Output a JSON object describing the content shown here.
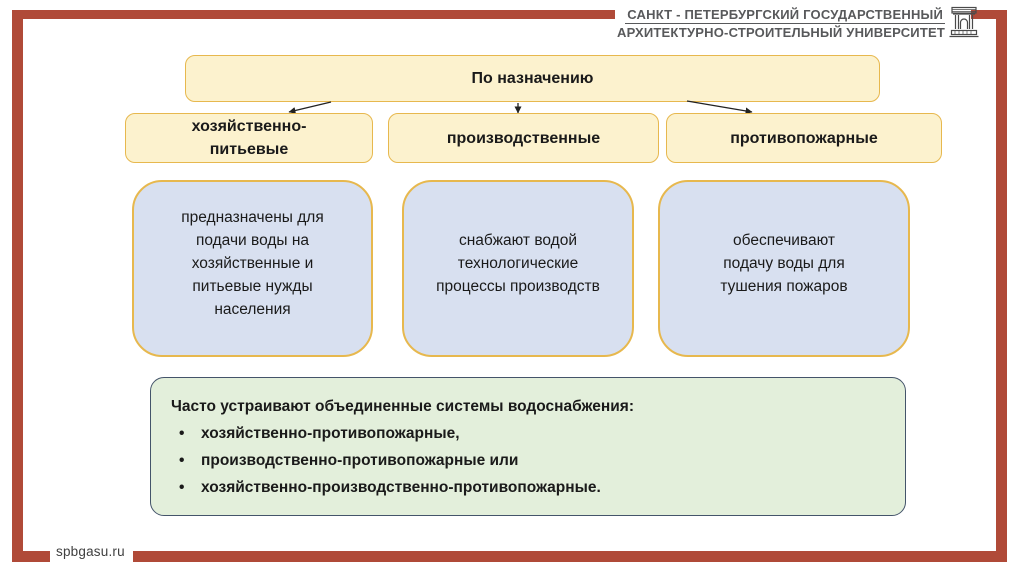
{
  "header": {
    "university_line1": "САНКТ - ПЕТЕРБУРГСКИЙ  ГОСУДАРСТВЕННЫЙ",
    "university_line2": "АРХИТЕКТУРНО-СТРОИТЕЛЬНЫЙ УНИВЕРСИТЕТ",
    "logo_icon": "university-building-logo"
  },
  "diagram": {
    "root_label": "По назначению",
    "categories": [
      {
        "label": "хозяйственно-питьевые",
        "description": "предназначены для подачи воды на хозяйственные и питьевые нужды населения"
      },
      {
        "label": "производственные",
        "description": "снабжают водой технологические процессы производств"
      },
      {
        "label": "противопожарные",
        "description": "обеспечивают подачу воды для тушения пожаров"
      }
    ]
  },
  "note": {
    "intro": "Часто устраивают объединенные системы водоснабжения:",
    "bullet_glyph": "•",
    "bullets": [
      "хозяйственно-противопожарные,",
      "производственно-противопожарные или",
      "хозяйственно-производственно-противопожарные."
    ]
  },
  "footer": {
    "site": "spbgasu.ru"
  },
  "colors": {
    "accent_red": "#B04A38",
    "box_yellow_fill": "#FCF2CE",
    "box_yellow_border": "#E7B84E",
    "box_blue_fill": "#D8E0F0",
    "note_green_fill": "#E3EFDB",
    "note_border": "#44546A",
    "header_text": "#58595B",
    "text_black": "#1A1A1A"
  }
}
